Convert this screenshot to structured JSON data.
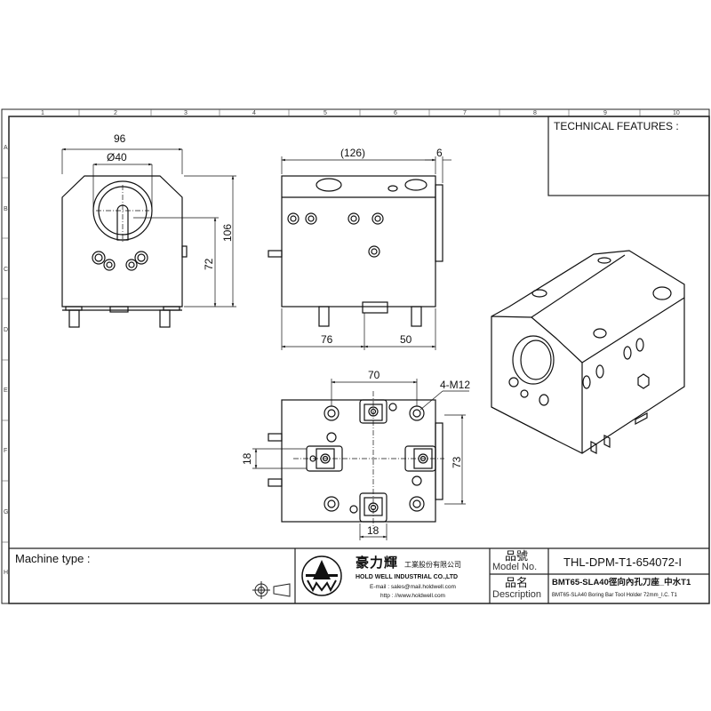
{
  "zones": {
    "columns": [
      "1",
      "2",
      "3",
      "4",
      "5",
      "6",
      "7",
      "8",
      "9",
      "10"
    ],
    "rows": [
      "A",
      "B",
      "C",
      "D",
      "E",
      "F",
      "G",
      "H"
    ]
  },
  "dimensions": {
    "width": "96",
    "bore": "Ø40",
    "height_total": "106",
    "height_center": "72",
    "side_length": "(126)",
    "side_step": "6",
    "side_left": "76",
    "side_right": "50",
    "top_spacing": "70",
    "thread": "4-M12",
    "top_vertical": "18",
    "top_height": "73",
    "top_bottom": "18"
  },
  "technical_features_label": "TECHNICAL FEATURES :",
  "machine_type_label": "Machine type :",
  "company": {
    "name_cn": "豪力輝",
    "suffix_cn": "工業股份有限公司",
    "name_en": "HOLD WELL INDUSTRIAL CO.,LTD",
    "email": "E-mail : sales@mail.holdwell.com",
    "web": "http : //www.holdwell.com",
    "logo_text": "HW"
  },
  "title_block": {
    "model_label_cn": "品號",
    "model_label_en": "Model No.",
    "model_value": "THL-DPM-T1-654072-I",
    "desc_label_cn": "品名",
    "desc_label_en": "Description",
    "desc_value_cn": "BMT65-SLA40徑向內孔刀座_中水T1",
    "desc_value_en": "BMT65-SLA40 Boring Bar Tool Holder 72mm_I.C. T1"
  }
}
